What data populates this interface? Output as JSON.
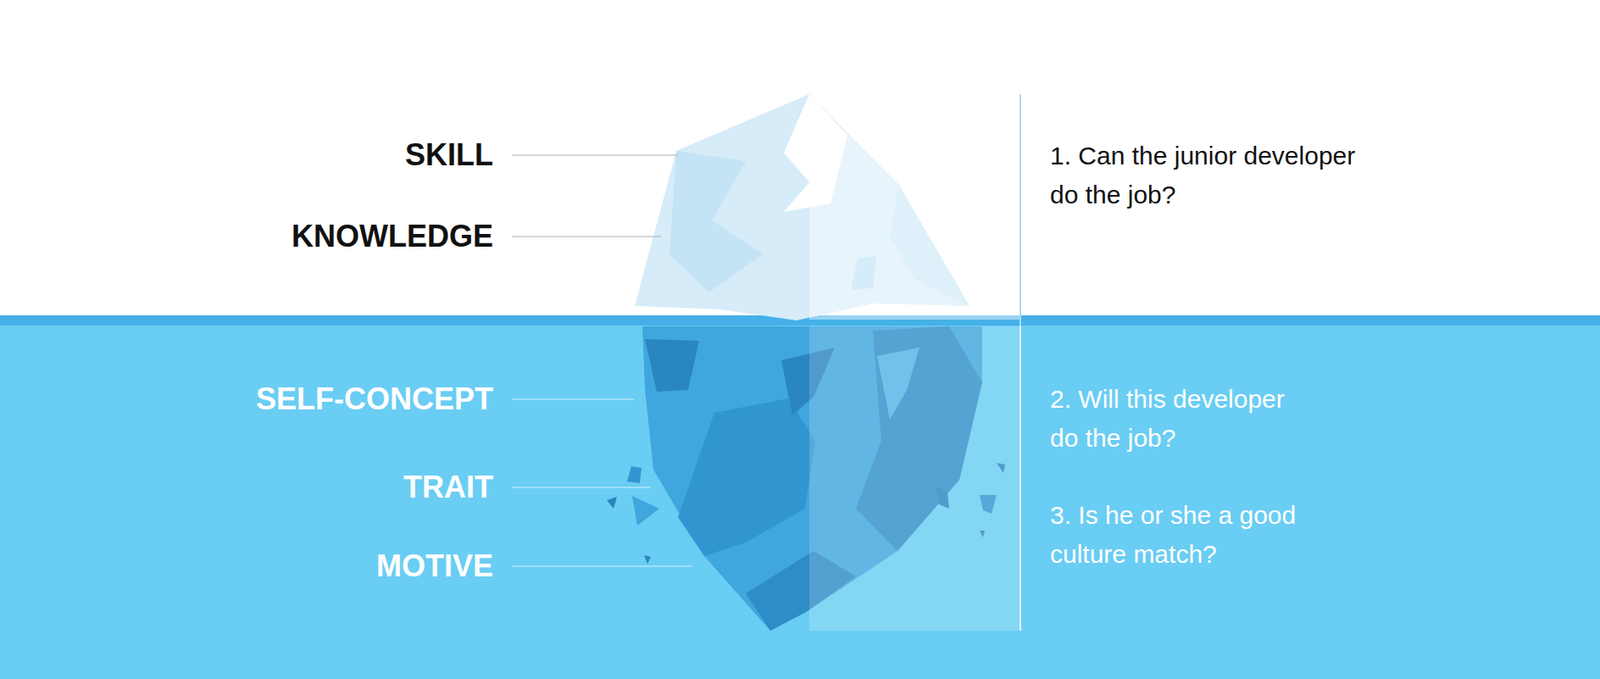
{
  "diagram": {
    "labels": [
      "SKILL",
      "KNOWLEDGE",
      "SELF-CONCEPT",
      "TRAIT",
      "MOTIVE",
      "1. Can the junior developer do the job?",
      "2. Will this developer do the job?",
      "3. Is he or she a good culture match?"
    ]
  }
}
